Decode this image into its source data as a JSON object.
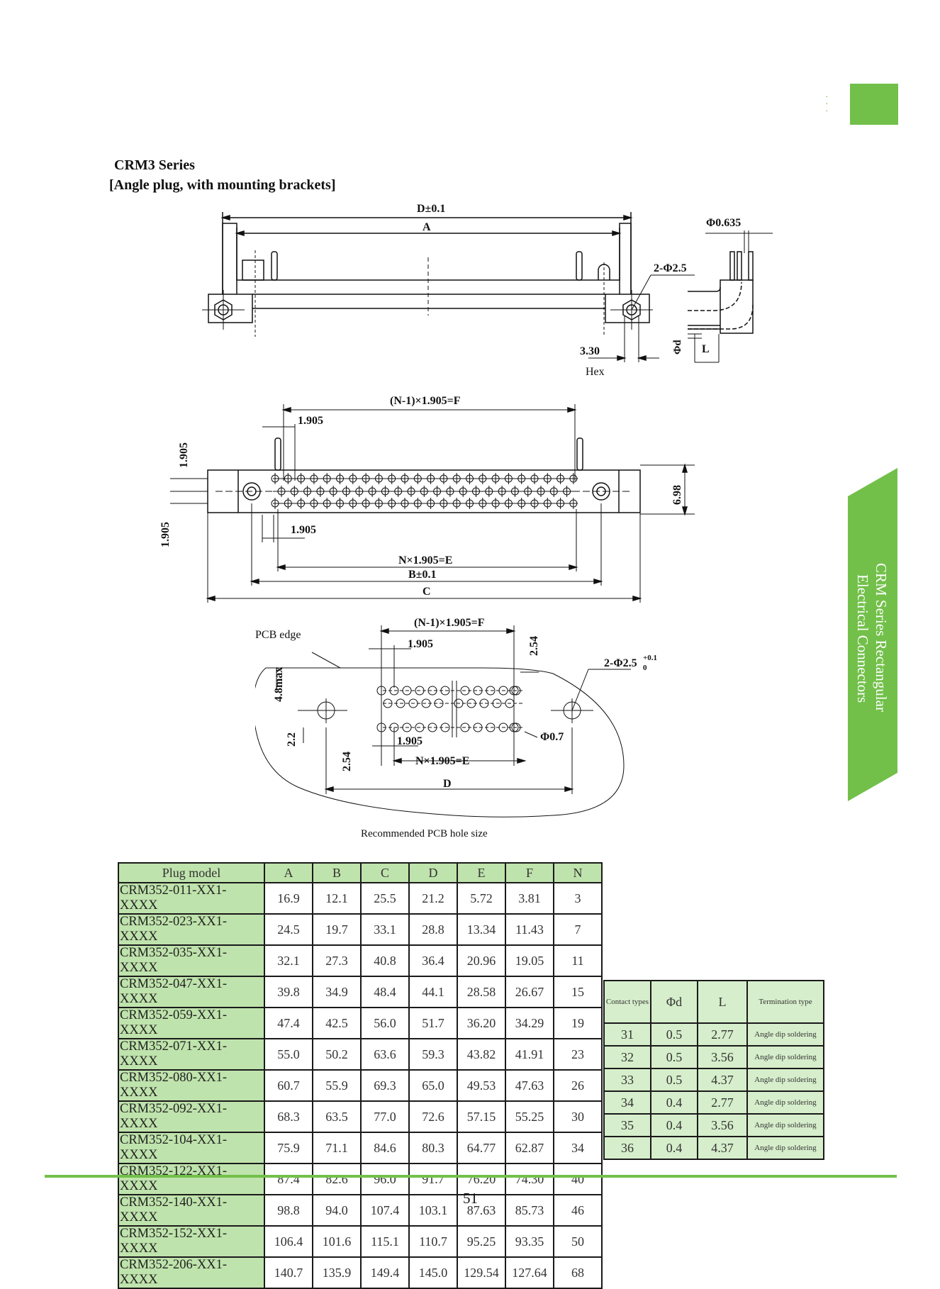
{
  "header": {
    "series_title": "CRM3 Series",
    "subtitle": "[Angle plug, with mounting brackets]"
  },
  "side_tab": {
    "line1": "CRM Series Rectangular",
    "line2": "Electrical Connectors"
  },
  "drawing1": {
    "d_dim": "D±0.1",
    "a_dim": "A",
    "hole_dim": "2-Φ2.5",
    "pin_dia": "Φ0.635",
    "hex_size": "3.30",
    "hex_label": "Hex",
    "phi_d": "Φd",
    "l_dim": "L"
  },
  "drawing2": {
    "f_dim": "(N-1)×1.905=F",
    "pitch_top": "1.905",
    "pitch_left1": "1.905",
    "pitch_left2": "1.905",
    "pitch_bottom": "1.905",
    "e_dim": "N×1.905=E",
    "b_dim": "B±0.1",
    "c_dim": "C",
    "height_dim": "6.98"
  },
  "drawing3": {
    "pcb_edge": "PCB edge",
    "f_dim": "(N-1)×1.905=F",
    "pitch_top": "1.905",
    "row_dim": "2.54",
    "hole_dim": "2-Φ2.5",
    "hole_tol": "+0.1",
    "hole_tol_low": "0",
    "max_dim": "4.8max",
    "left_dim": "2.2",
    "pitch_dim2": "2.54",
    "pitch_bottom": "1.905",
    "e_dim": "N×1.905=E",
    "d_dim": "D",
    "pin_hole": "Φ0.7"
  },
  "pcb_caption": "Recommended PCB hole size",
  "plug_table": {
    "headers": [
      "Plug model",
      "A",
      "B",
      "C",
      "D",
      "E",
      "F",
      "N"
    ],
    "rows": [
      [
        "CRM352-011-XX1-XXXX",
        "16.9",
        "12.1",
        "25.5",
        "21.2",
        "5.72",
        "3.81",
        "3"
      ],
      [
        "CRM352-023-XX1-XXXX",
        "24.5",
        "19.7",
        "33.1",
        "28.8",
        "13.34",
        "11.43",
        "7"
      ],
      [
        "CRM352-035-XX1-XXXX",
        "32.1",
        "27.3",
        "40.8",
        "36.4",
        "20.96",
        "19.05",
        "11"
      ],
      [
        "CRM352-047-XX1-XXXX",
        "39.8",
        "34.9",
        "48.4",
        "44.1",
        "28.58",
        "26.67",
        "15"
      ],
      [
        "CRM352-059-XX1-XXXX",
        "47.4",
        "42.5",
        "56.0",
        "51.7",
        "36.20",
        "34.29",
        "19"
      ],
      [
        "CRM352-071-XX1-XXXX",
        "55.0",
        "50.2",
        "63.6",
        "59.3",
        "43.82",
        "41.91",
        "23"
      ],
      [
        "CRM352-080-XX1-XXXX",
        "60.7",
        "55.9",
        "69.3",
        "65.0",
        "49.53",
        "47.63",
        "26"
      ],
      [
        "CRM352-092-XX1-XXXX",
        "68.3",
        "63.5",
        "77.0",
        "72.6",
        "57.15",
        "55.25",
        "30"
      ],
      [
        "CRM352-104-XX1-XXXX",
        "75.9",
        "71.1",
        "84.6",
        "80.3",
        "64.77",
        "62.87",
        "34"
      ],
      [
        "CRM352-122-XX1-XXXX",
        "87.4",
        "82.6",
        "96.0",
        "91.7",
        "76.20",
        "74.30",
        "40"
      ],
      [
        "CRM352-140-XX1-XXXX",
        "98.8",
        "94.0",
        "107.4",
        "103.1",
        "87.63",
        "85.73",
        "46"
      ],
      [
        "CRM352-152-XX1-XXXX",
        "106.4",
        "101.6",
        "115.1",
        "110.7",
        "95.25",
        "93.35",
        "50"
      ],
      [
        "CRM352-206-XX1-XXXX",
        "140.7",
        "135.9",
        "149.4",
        "145.0",
        "129.54",
        "127.64",
        "68"
      ]
    ]
  },
  "contact_table": {
    "headers": [
      "Contact types",
      "Φd",
      "L",
      "Termination type"
    ],
    "rows": [
      [
        "31",
        "0.5",
        "2.77",
        "Angle dip soldering"
      ],
      [
        "32",
        "0.5",
        "3.56",
        "Angle dip soldering"
      ],
      [
        "33",
        "0.5",
        "4.37",
        "Angle dip soldering"
      ],
      [
        "34",
        "0.4",
        "2.77",
        "Angle dip soldering"
      ],
      [
        "35",
        "0.4",
        "3.56",
        "Angle dip soldering"
      ],
      [
        "36",
        "0.4",
        "4.37",
        "Angle dip soldering"
      ]
    ]
  },
  "page_number": "51",
  "colors": {
    "brand_green": "#72c04a",
    "table_header": "#bfe3ac",
    "contact_table_bg": "#d6eecb"
  }
}
